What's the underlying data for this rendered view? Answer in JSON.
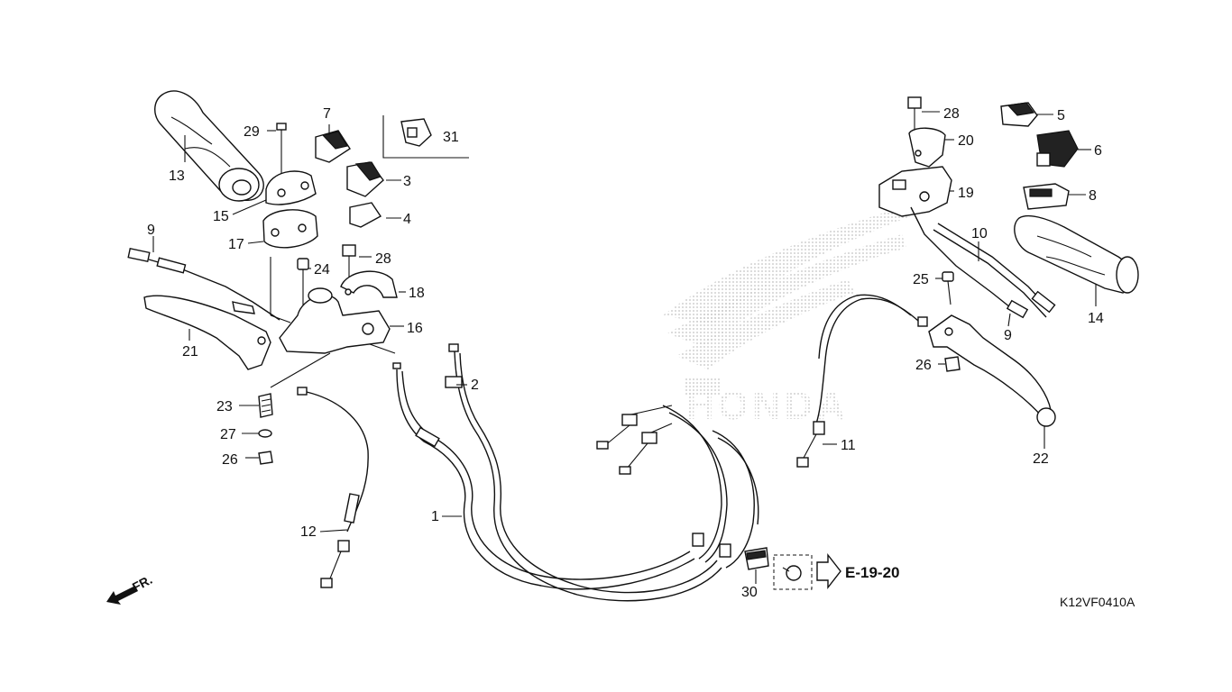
{
  "diagram": {
    "callouts": [
      "1",
      "2",
      "3",
      "4",
      "5",
      "6",
      "7",
      "8",
      "9",
      "9",
      "10",
      "11",
      "12",
      "13",
      "14",
      "15",
      "16",
      "17",
      "18",
      "19",
      "20",
      "21",
      "22",
      "23",
      "24",
      "25",
      "26",
      "26",
      "27",
      "28",
      "28",
      "29",
      "30",
      "31"
    ],
    "cross_reference": "E-19-20",
    "drawing_code": "K12VF0410A",
    "front_indicator": "FR.",
    "watermark": "HONDA"
  }
}
